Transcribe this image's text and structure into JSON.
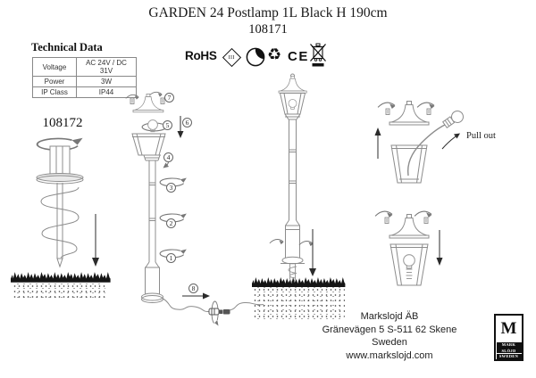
{
  "header": {
    "title": "GARDEN 24 Postlamp 1L Black H 190cm",
    "product_number": "108171"
  },
  "technical_data": {
    "heading": "Technical Data",
    "rows": [
      {
        "label": "Voltage",
        "value": "AC 24V / DC 31V"
      },
      {
        "label": "Power",
        "value": "3W"
      },
      {
        "label": "IP Class",
        "value": "IP44"
      }
    ]
  },
  "certifications": {
    "rohs_label": "RoHS",
    "class_marking": "III",
    "recycle_glyph": "♻",
    "ce_label": "CE",
    "icons": [
      "rohs-label",
      "class-iii-diamond-icon",
      "dusk-sensor-icon",
      "recycle-icon",
      "ce-mark-icon",
      "weee-crossed-bin-icon"
    ]
  },
  "accessory": {
    "product_number": "108172"
  },
  "assembly": {
    "steps": [
      "1",
      "2",
      "3",
      "4",
      "5",
      "6",
      "7",
      "8"
    ],
    "pull_out_label": "Pull out"
  },
  "footer": {
    "company": "Markslojd ÄB",
    "address": "Gränevägen 5 S-511 62 Skene",
    "country": "Sweden",
    "website": "www.markslojd.com"
  },
  "logo": {
    "letter": "M",
    "word1": "MARK",
    "word2": "SLÖJD",
    "word3": "SWEDEN"
  },
  "colors": {
    "line": "#8c8c8c",
    "dark": "#2b2b2b",
    "grass": "#151515"
  }
}
